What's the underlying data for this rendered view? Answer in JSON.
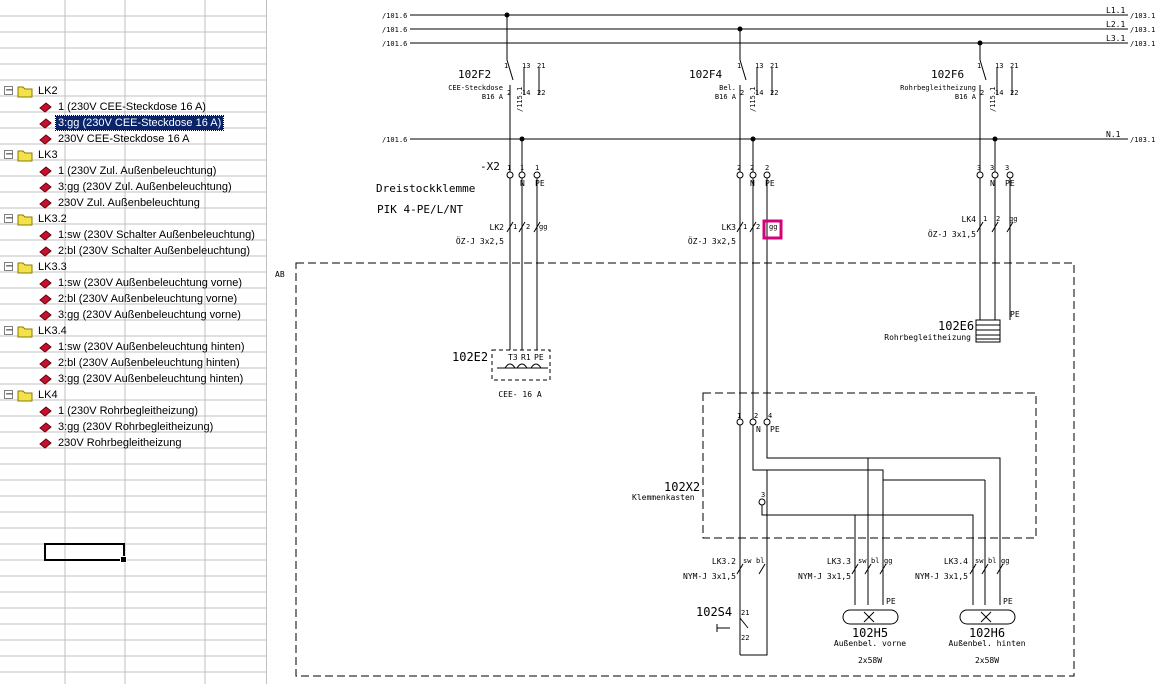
{
  "tree": {
    "groups": [
      {
        "label": "LK2",
        "items": [
          {
            "label": "1 (230V CEE-Steckdose 16 A)",
            "icon": "red-cable-icon"
          },
          {
            "label": "3:gg (230V CEE-Steckdose 16 A)",
            "icon": "red-cable-icon",
            "selected": true
          },
          {
            "label": "230V CEE-Steckdose 16 A",
            "icon": "red-cable-icon"
          }
        ]
      },
      {
        "label": "LK3",
        "items": [
          {
            "label": "1 (230V Zul. Außenbeleuchtung)",
            "icon": "red-cable-icon"
          },
          {
            "label": "3:gg (230V Zul. Außenbeleuchtung)",
            "icon": "red-cable-icon"
          },
          {
            "label": "230V Zul. Außenbeleuchtung",
            "icon": "red-cable-icon"
          }
        ]
      },
      {
        "label": "LK3.2",
        "items": [
          {
            "label": "1:sw (230V Schalter Außenbeleuchtung)",
            "icon": "red-cable-icon"
          },
          {
            "label": "2:bl (230V Schalter Außenbeleuchtung)",
            "icon": "red-cable-icon"
          }
        ]
      },
      {
        "label": "LK3.3",
        "items": [
          {
            "label": "1:sw (230V Außenbeleuchtung vorne)",
            "icon": "red-cable-icon"
          },
          {
            "label": "2:bl (230V Außenbeleuchtung vorne)",
            "icon": "red-cable-icon"
          },
          {
            "label": "3:gg (230V Außenbeleuchtung vorne)",
            "icon": "red-cable-icon"
          }
        ]
      },
      {
        "label": "LK3.4",
        "items": [
          {
            "label": "1:sw (230V Außenbeleuchtung hinten)",
            "icon": "red-cable-icon"
          },
          {
            "label": "2:bl (230V Außenbeleuchtung hinten)",
            "icon": "red-cable-icon"
          },
          {
            "label": "3:gg (230V Außenbeleuchtung hinten)",
            "icon": "red-cable-icon"
          }
        ]
      },
      {
        "label": "LK4",
        "items": [
          {
            "label": "1 (230V Rohrbegleitheizung)",
            "icon": "red-cable-icon"
          },
          {
            "label": "3:gg (230V Rohrbegleitheizung)",
            "icon": "red-cable-icon"
          },
          {
            "label": "230V Rohrbegleitheizung",
            "icon": "red-cable-icon"
          }
        ]
      }
    ]
  },
  "colors": {
    "selection": "#0a246a",
    "highlight": "#d6007a",
    "folder": "#f5e14a",
    "cable_icon": "#c8102e",
    "grid": "#c0c0c0"
  },
  "schematic": {
    "buses": [
      {
        "label": "L1.1",
        "ref_left": "/101.6",
        "ref_right": "/103.1"
      },
      {
        "label": "L2.1",
        "ref_left": "/101.6",
        "ref_right": "/103.1"
      },
      {
        "label": "L3.1",
        "ref_left": "/101.6",
        "ref_right": "/103.1"
      },
      {
        "label": "N.1",
        "ref_left": "/101.6",
        "ref_right": "/103.1"
      }
    ],
    "breakers": [
      {
        "tag": "102F2",
        "desc": "CEE-Steckdose",
        "rating": "B16 A",
        "ref": "/115.1",
        "aux": [
          "1",
          "13",
          "21",
          "2",
          "14",
          "22"
        ]
      },
      {
        "tag": "102F4",
        "desc": "Bel.",
        "rating": "B16 A",
        "ref": "/115.1",
        "aux": [
          "1",
          "13",
          "21",
          "2",
          "14",
          "22"
        ]
      },
      {
        "tag": "102F6",
        "desc": "Rohrbegleitheizung",
        "rating": "B16 A",
        "ref": "/115.1",
        "aux": [
          "1",
          "13",
          "21",
          "2",
          "14",
          "22"
        ]
      }
    ],
    "terminal_strip": {
      "tag": "-X2",
      "line1": "Dreistockklemme",
      "line2": "PIK 4-PE/L/NT"
    },
    "terminals": {
      "x2_a": [
        "1",
        "1",
        "1"
      ],
      "x2_b": [
        "2",
        "2",
        "2"
      ],
      "x2_c": [
        "3",
        "3",
        "3"
      ],
      "npe": [
        "N",
        "PE"
      ]
    },
    "cables": [
      {
        "tag": "LK2",
        "type": "ÖZ-J 3x2,5",
        "cores": [
          "1",
          "2",
          "gg"
        ]
      },
      {
        "tag": "LK3",
        "type": "ÖZ-J 3x2,5",
        "cores": [
          "1",
          "2",
          "gg"
        ]
      },
      {
        "tag": "LK4",
        "type": "ÖZ-J 3x1,5",
        "cores": [
          "1",
          "2",
          "gg"
        ]
      },
      {
        "tag": "LK3.2",
        "type": "NYM-J 3x1,5",
        "cores": [
          "sw",
          "bl"
        ]
      },
      {
        "tag": "LK3.3",
        "type": "NYM-J 3x1,5",
        "cores": [
          "sw",
          "bl",
          "gg"
        ]
      },
      {
        "tag": "LK3.4",
        "type": "NYM-J 3x1,5",
        "cores": [
          "sw",
          "bl",
          "gg"
        ]
      }
    ],
    "area_label": "AB",
    "socket": {
      "tag": "102E2",
      "pins": [
        "T3",
        "R1",
        "PE"
      ],
      "desc": "CEE- 16 A"
    },
    "heater": {
      "tag": "102E6",
      "desc": "Rohrbegleitheizung",
      "pe": "PE"
    },
    "junction_box": {
      "tag": "102X2",
      "desc": "Klemmenkasten",
      "terminals": [
        "1",
        "2",
        "4",
        "N",
        "PE",
        "3"
      ]
    },
    "switch": {
      "tag": "102S4",
      "contacts": [
        "21",
        "22"
      ]
    },
    "lamp_front": {
      "tag": "102H5",
      "desc": "Außenbel. vorne",
      "rating": "2x58W",
      "pe": "PE"
    },
    "lamp_back": {
      "tag": "102H6",
      "desc": "Außenbel. hinten",
      "rating": "2x58W",
      "pe": "PE"
    }
  }
}
